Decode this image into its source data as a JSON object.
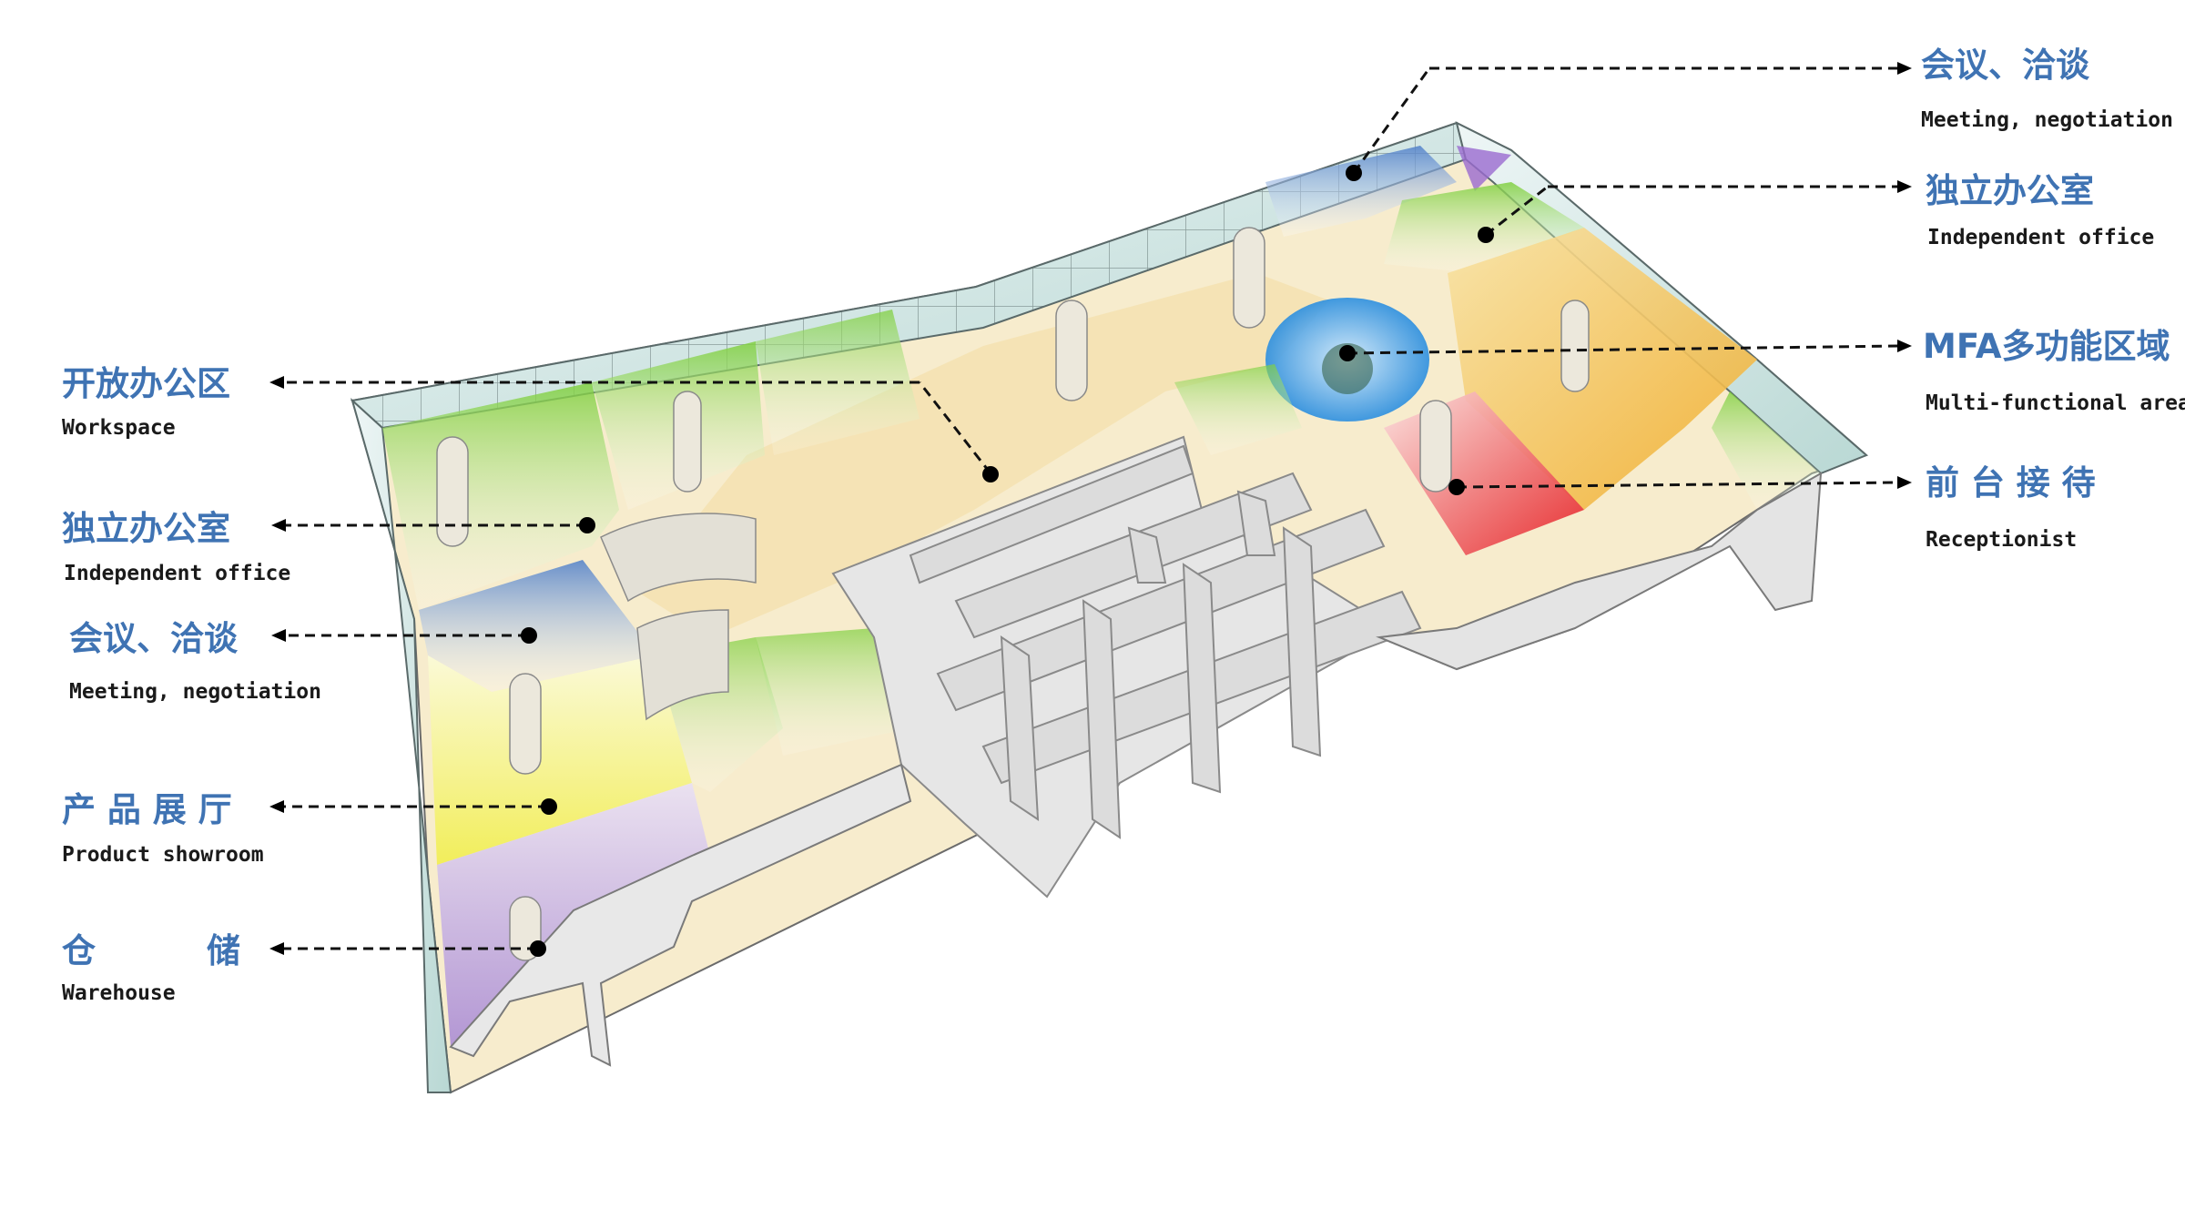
{
  "labels_left": [
    {
      "id": "workspace",
      "zh": "开放办公区",
      "en": "Workspace"
    },
    {
      "id": "independent-office-left",
      "zh": "独立办公室",
      "en": "Independent office"
    },
    {
      "id": "meeting-left",
      "zh": "会议、洽谈",
      "en": "Meeting, negotiation"
    },
    {
      "id": "showroom",
      "zh": "产 品 展 厅",
      "en": "Product showroom"
    },
    {
      "id": "warehouse",
      "zh_a": "仓",
      "zh_b": "储",
      "en": "Warehouse"
    }
  ],
  "labels_right": [
    {
      "id": "meeting-right",
      "zh": "会议、洽谈",
      "en": "Meeting, negotiation"
    },
    {
      "id": "independent-office-right",
      "zh": "独立办公室",
      "en": "Independent office"
    },
    {
      "id": "mfa",
      "zh": "MFA多功能区域",
      "en": "Multi-functional area"
    },
    {
      "id": "reception",
      "zh": "前 台 接 待",
      "en": "Receptionist"
    }
  ],
  "zone_colors": {
    "open_workspace": "#f4e7bf",
    "office_green": "#8fd35a",
    "meeting_blue": "#5b86cc",
    "showroom_yellow": "#f2f06a",
    "warehouse_purple": "#b79ad8",
    "mfa_cyan": "#3aa3e8",
    "office_orange": "#f2b53a",
    "reception_red": "#e8252a",
    "wall_grey": "#d9d9d9",
    "glass": "#cfe6e6"
  }
}
